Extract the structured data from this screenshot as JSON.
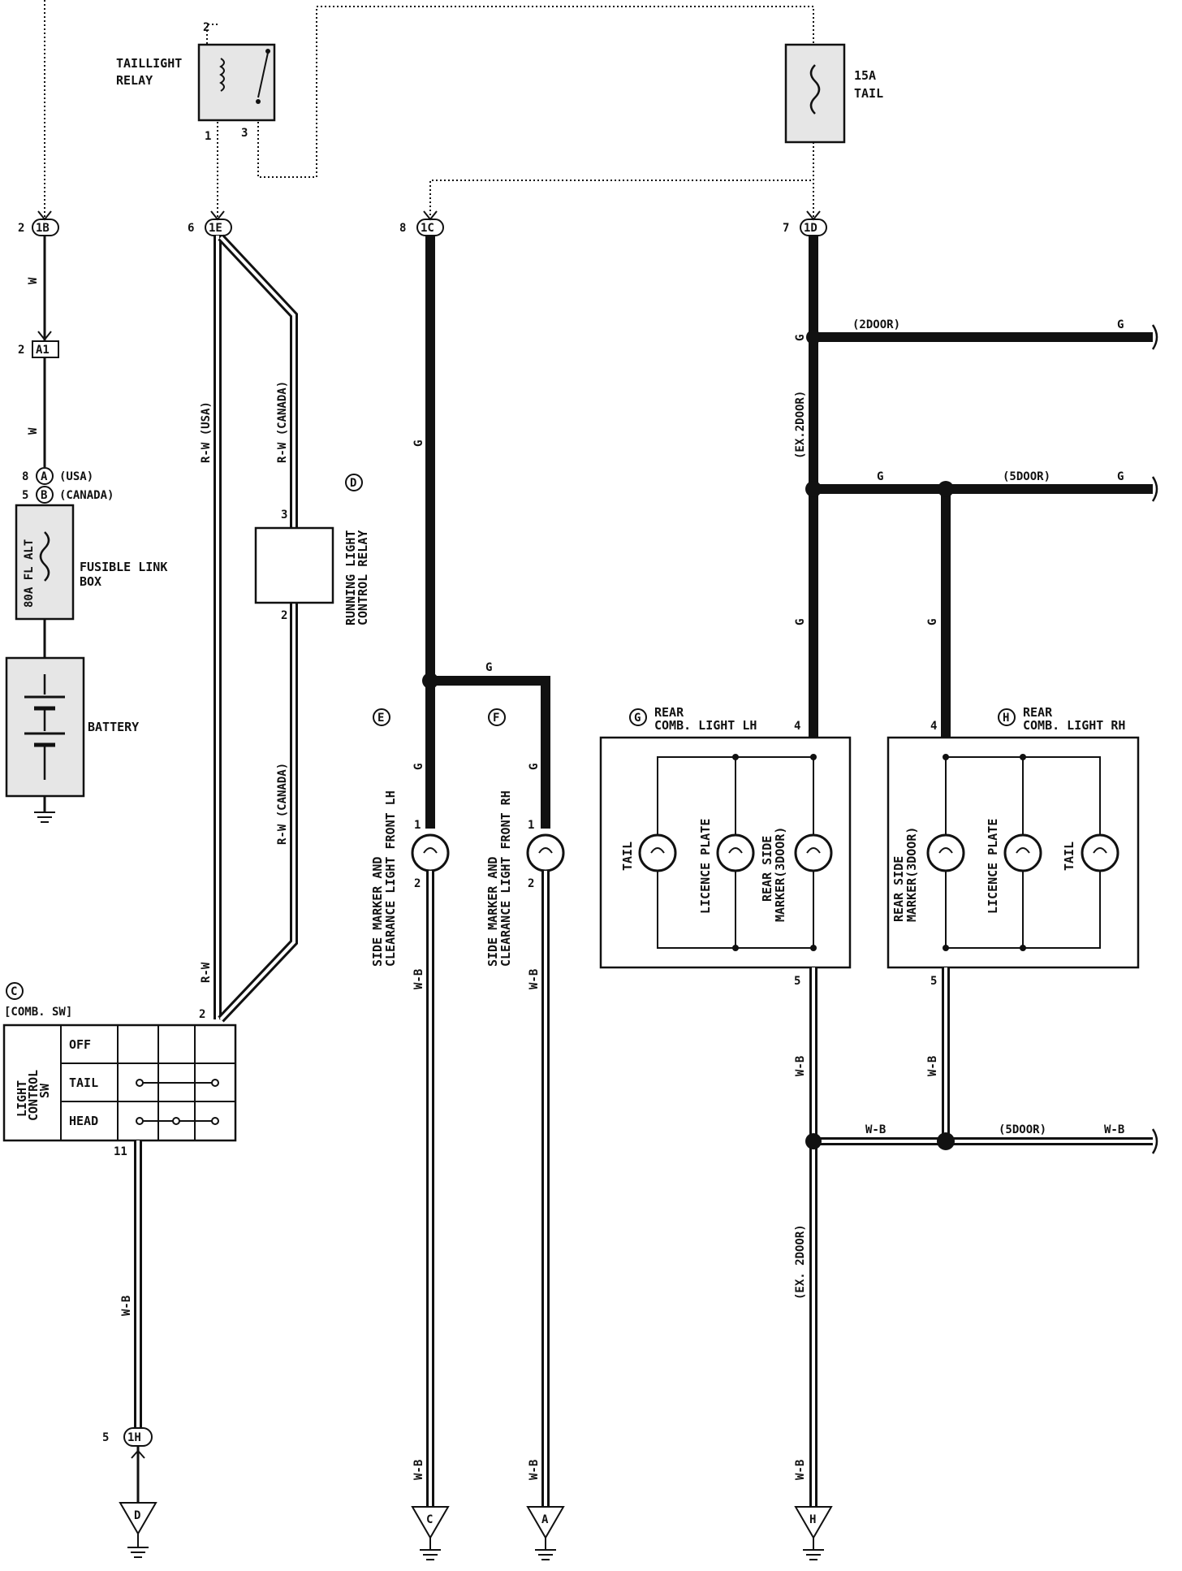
{
  "relay_tail": {
    "name_line1": "TAILLIGHT",
    "name_line2": "RELAY",
    "pin_top": "2",
    "pin_bottom_left": "1",
    "pin_bottom_right": "3"
  },
  "fuse_tail": {
    "line1": "15A",
    "line2": "TAIL"
  },
  "connectors": {
    "c1b": {
      "id": "1B",
      "pin": "2"
    },
    "c1e": {
      "id": "1E",
      "pin": "6"
    },
    "c1c": {
      "id": "1C",
      "pin": "8"
    },
    "c1d": {
      "id": "1D",
      "pin": "7"
    },
    "a1": {
      "id": "A1",
      "pin": "2"
    },
    "c1h": {
      "id": "1H",
      "pin": "5"
    }
  },
  "fusible": {
    "pin_a": "8",
    "conn_a": "A",
    "label_a": "(USA)",
    "pin_b": "5",
    "conn_b": "B",
    "label_b": "(CANADA)",
    "fuse_label": "80A FL ALT",
    "name_line1": "FUSIBLE LINK",
    "name_line2": "BOX"
  },
  "battery": {
    "label": "BATTERY"
  },
  "wires": {
    "w": "W",
    "rw_usa": "R-W (USA)",
    "rw_canada": "R-W (CANADA)",
    "rw": "R-W",
    "g": "G",
    "wb": "W-B",
    "ex2door": "(EX.2DOOR)",
    "ex2door_b": "(EX. 2DOOR)",
    "door2": "(2DOOR)",
    "door5": "(5DOOR)"
  },
  "running_relay": {
    "letter": "D",
    "line1": "RUNNING LIGHT",
    "line2": "CONTROL RELAY",
    "pin_top": "3",
    "pin_bottom": "2"
  },
  "comb_sw": {
    "letter": "C",
    "tag": "[COMB. SW]",
    "name_line1": "LIGHT",
    "name_line2": "CONTROL",
    "name_line3": "SW",
    "rows": [
      "OFF",
      "TAIL",
      "HEAD"
    ],
    "pin_top": "2",
    "pin_bottom": "11"
  },
  "front_lh": {
    "letter": "E",
    "line1": "SIDE MARKER AND",
    "line2": "CLEARANCE LIGHT FRONT LH",
    "pin_top": "1",
    "pin_bottom": "2"
  },
  "front_rh": {
    "letter": "F",
    "line1": "SIDE MARKER AND",
    "line2": "CLEARANCE LIGHT FRONT RH",
    "pin_top": "1",
    "pin_bottom": "2"
  },
  "rear_lh": {
    "letter": "G",
    "title_line1": "REAR",
    "title_line2": "COMB. LIGHT LH",
    "pin_top": "4",
    "pin_bottom": "5",
    "bulbs": [
      "TAIL",
      "LICENCE PLATE",
      "REAR SIDE",
      "MARKER(3DOOR)"
    ]
  },
  "rear_rh": {
    "letter": "H",
    "title_line1": "REAR",
    "title_line2": "COMB. LIGHT RH",
    "pin_top": "4",
    "pin_bottom": "5",
    "bulbs": [
      "REAR SIDE",
      "MARKER(3DOOR)",
      "LICENCE PLATE",
      "TAIL"
    ]
  },
  "grounds": {
    "d": "D",
    "c": "C",
    "a": "A",
    "h": "H"
  }
}
